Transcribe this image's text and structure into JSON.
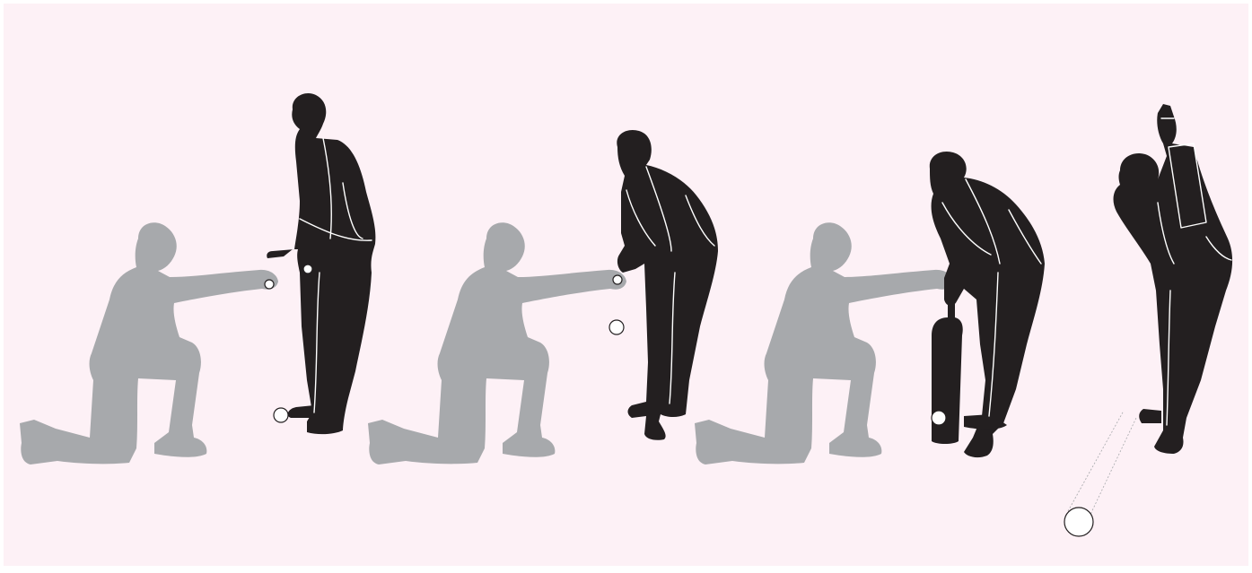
{
  "scene": {
    "colors": {
      "background": "#fdf1f6",
      "feeder": "#a7a9ac",
      "batter": "#231f20",
      "ball": "#ffffff"
    },
    "frames": [
      {
        "feeder": true,
        "batter_pose": "stance-looking-back",
        "ball": "on-ground"
      },
      {
        "feeder": true,
        "batter_pose": "bat-lifted",
        "ball": "in-air"
      },
      {
        "feeder": true,
        "batter_pose": "bat-down-contact",
        "ball": "at-bat"
      },
      {
        "feeder": false,
        "batter_pose": "follow-through",
        "ball": "hit-away"
      }
    ]
  }
}
